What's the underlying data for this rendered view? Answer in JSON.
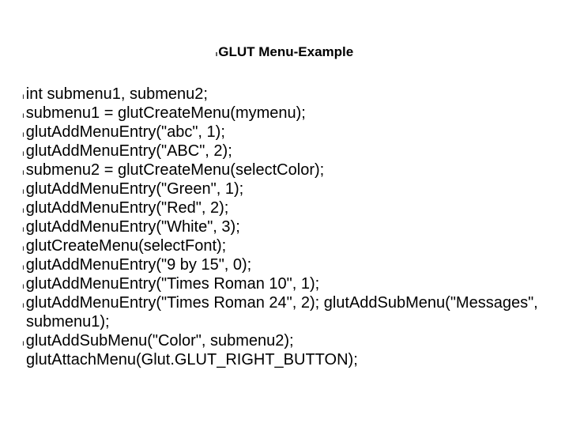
{
  "page": {
    "background": "#ffffff",
    "text_color": "#000000"
  },
  "slide": {
    "bullet_char": "ı",
    "title": "GLUT Menu-Example",
    "code_lines": [
      {
        "bullet": true,
        "text": "int submenu1, submenu2;"
      },
      {
        "bullet": true,
        "text": "submenu1 = glutCreateMenu(mymenu);"
      },
      {
        "bullet": true,
        "text": "glutAddMenuEntry(\"abc\", 1);"
      },
      {
        "bullet": true,
        "text": "glutAddMenuEntry(\"ABC\", 2);"
      },
      {
        "bullet": true,
        "text": "submenu2 = glutCreateMenu(selectColor);"
      },
      {
        "bullet": true,
        "text": "glutAddMenuEntry(\"Green\", 1);"
      },
      {
        "bullet": true,
        "text": "glutAddMenuEntry(\"Red\", 2);"
      },
      {
        "bullet": true,
        "text": "glutAddMenuEntry(\"White\", 3);"
      },
      {
        "bullet": true,
        "text": "glutCreateMenu(selectFont);"
      },
      {
        "bullet": true,
        "text": "glutAddMenuEntry(\"9 by 15\", 0);"
      },
      {
        "bullet": true,
        "text": "glutAddMenuEntry(\"Times Roman 10\", 1);"
      },
      {
        "bullet": true,
        "text": "glutAddMenuEntry(\"Times Roman 24\", 2); glutAddSubMenu(\"Messages\","
      },
      {
        "bullet": false,
        "text": "submenu1);"
      },
      {
        "bullet": true,
        "text": "glutAddSubMenu(\"Color\", submenu2);"
      },
      {
        "bullet": false,
        "text": "glutAttachMenu(Glut.GLUT_RIGHT_BUTTON);"
      }
    ]
  }
}
